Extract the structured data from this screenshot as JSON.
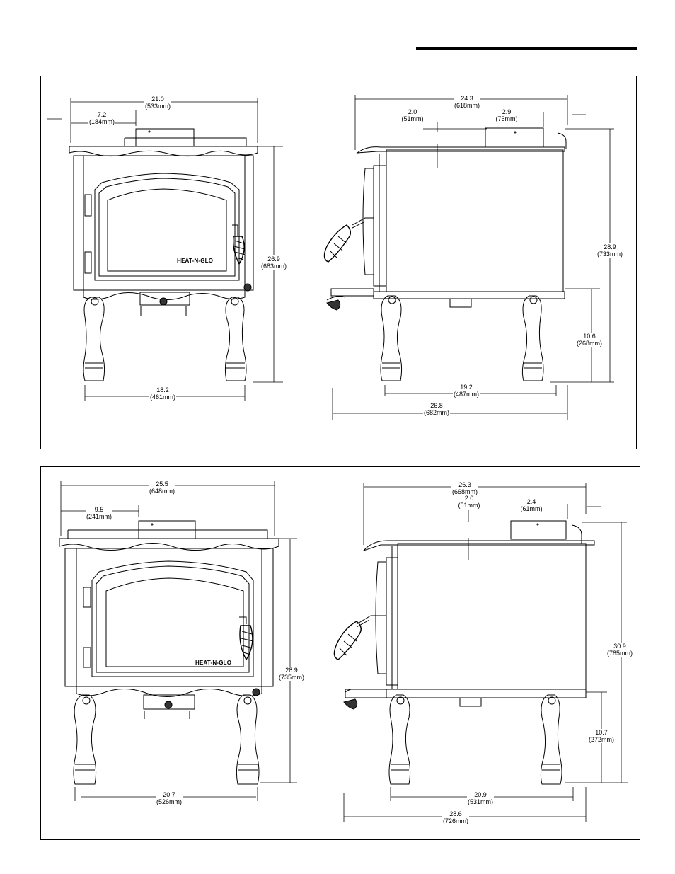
{
  "upper_panel": {
    "front_view": {
      "logo": "HEAT-N-GLO",
      "dims": {
        "overall_width": {
          "in": "21.0",
          "mm": "(533mm)"
        },
        "flue_offset": {
          "in": "7.2",
          "mm": "(184mm)"
        },
        "height": {
          "in": "26.9",
          "mm": "(683mm)"
        },
        "leg_span": {
          "in": "18.2",
          "mm": "(461mm)"
        }
      }
    },
    "side_view": {
      "dims": {
        "overall_depth": {
          "in": "24.3",
          "mm": "(618mm)"
        },
        "top_offset": {
          "in": "2.0",
          "mm": "(51mm)"
        },
        "flue_offset": {
          "in": "2.9",
          "mm": "(75mm)"
        },
        "height": {
          "in": "28.9",
          "mm": "(733mm)"
        },
        "leg_height": {
          "in": "10.6",
          "mm": "(268mm)"
        },
        "leg_span": {
          "in": "19.2",
          "mm": "(487mm)"
        },
        "total_depth": {
          "in": "26.8",
          "mm": "(682mm)"
        }
      }
    }
  },
  "lower_panel": {
    "front_view": {
      "logo": "HEAT-N-GLO",
      "dims": {
        "overall_width": {
          "in": "25.5",
          "mm": "(648mm)"
        },
        "flue_offset": {
          "in": "9.5",
          "mm": "(241mm)"
        },
        "height": {
          "in": "28.9",
          "mm": "(735mm)"
        },
        "leg_span": {
          "in": "20.7",
          "mm": "(526mm)"
        }
      }
    },
    "side_view": {
      "dims": {
        "overall_depth": {
          "in": "26.3",
          "mm": "(668mm)"
        },
        "top_offset": {
          "in": "2.0",
          "mm": "(51mm)"
        },
        "flue_offset": {
          "in": "2.4",
          "mm": "(61mm)"
        },
        "height": {
          "in": "30.9",
          "mm": "(785mm)"
        },
        "leg_height": {
          "in": "10.7",
          "mm": "(272mm)"
        },
        "leg_span": {
          "in": "20.9",
          "mm": "(531mm)"
        },
        "total_depth": {
          "in": "28.6",
          "mm": "(726mm)"
        }
      }
    }
  }
}
